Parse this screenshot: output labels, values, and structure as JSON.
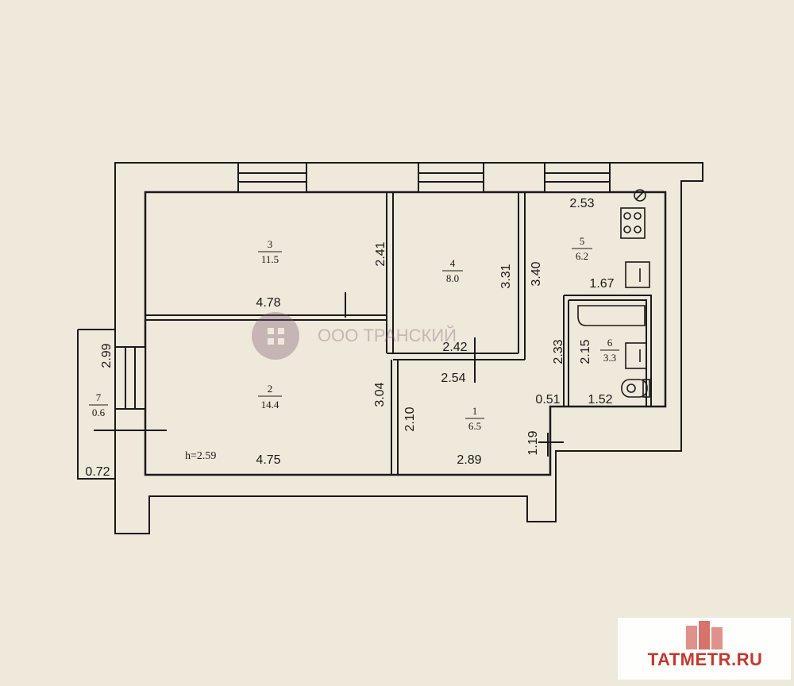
{
  "rooms": [
    {
      "id": "room-3",
      "number": "3",
      "area": "11.5"
    },
    {
      "id": "room-4",
      "number": "4",
      "area": "8.0"
    },
    {
      "id": "room-5",
      "number": "5",
      "area": "6.2"
    },
    {
      "id": "room-6",
      "number": "6",
      "area": "3.3"
    },
    {
      "id": "room-2",
      "number": "2",
      "area": "14.4"
    },
    {
      "id": "room-1",
      "number": "1",
      "area": "6.5"
    },
    {
      "id": "room-7",
      "number": "7",
      "area": "0.6"
    }
  ],
  "dimensions": {
    "d_2_53": "2.53",
    "d_2_41": "2.41",
    "d_3_31": "3.31",
    "d_3_40": "3.40",
    "d_4_78": "4.78",
    "d_1_67": "1.67",
    "d_2_42": "2.42",
    "d_2_33": "2.33",
    "d_2_15": "2.15",
    "d_2_54": "2.54",
    "d_2_99": "2.99",
    "d_3_04": "3.04",
    "d_2_10": "2.10",
    "d_0_51": "0.51",
    "d_1_52": "1.52",
    "d_1_19": "1.19",
    "d_4_75": "4.75",
    "d_2_89": "2.89",
    "d_0_72": "0.72"
  },
  "ceiling_height": "h=2.59",
  "watermark": {
    "text": "ООО ТРАНСКИЙ"
  },
  "logo": {
    "text": "TATMETR.RU"
  },
  "colors": {
    "paper": "#efe9dc",
    "ink": "#1a1a1a",
    "logo_red": "#c8372d"
  }
}
